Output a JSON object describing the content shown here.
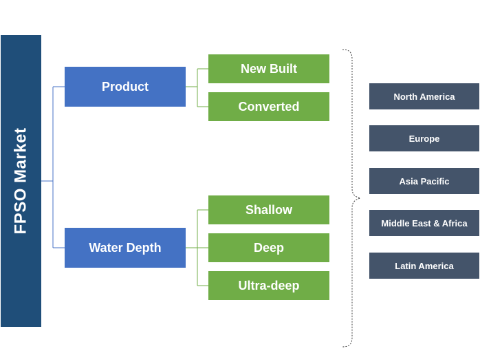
{
  "root": {
    "label": "FPSO Market"
  },
  "categories": [
    {
      "label": "Product",
      "children": [
        "New Built",
        "Converted"
      ]
    },
    {
      "label": "Water Depth",
      "children": [
        "Shallow",
        "Deep",
        "Ultra-deep"
      ]
    }
  ],
  "regions": [
    "North America",
    "Europe",
    "Asia Pacific",
    "Middle East & Africa",
    "Latin America"
  ],
  "colors": {
    "root": "#1f4e79",
    "category": "#4472c4",
    "leaf": "#70ad47",
    "region": "#44546a",
    "connector": "#70ad47",
    "root_connector": "#4472c4",
    "brace": "#404040"
  }
}
